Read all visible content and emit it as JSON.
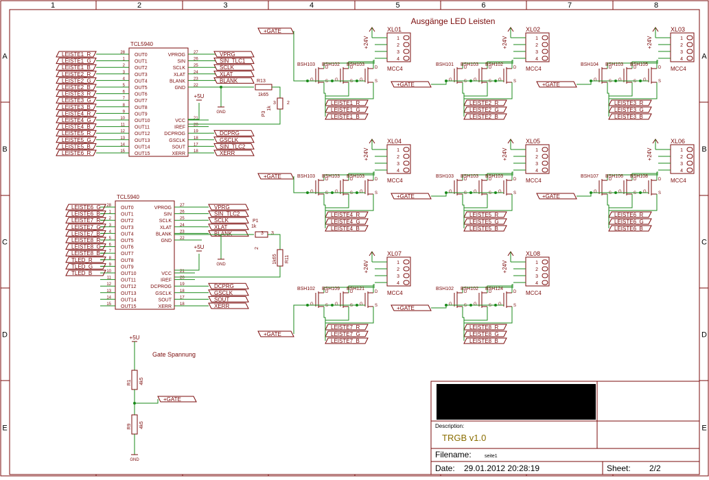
{
  "sheet": {
    "columns": [
      "1",
      "2",
      "3",
      "4",
      "5",
      "6",
      "7",
      "8"
    ],
    "rows": [
      "A",
      "B",
      "C",
      "D",
      "E"
    ],
    "title": "Ausgänge LED Leisten"
  },
  "ic1": {
    "name": "TCL5940",
    "left_labels": [
      "LEISTE1_R",
      "LEISTE1_G",
      "LEISTE1_B",
      "LEISTE2_R",
      "LEISTE2_G",
      "LEISTE2_B",
      "LEISTE3_R",
      "LEISTE3_G",
      "LEISTE3_B",
      "LEISTE4_R",
      "LEISTE4_G",
      "LEISTE4_B",
      "LEISTE5_R",
      "LEISTE5_G",
      "LEISTE5_B",
      "LEISTE6_R"
    ],
    "left_pins": [
      "28",
      "1",
      "2",
      "3",
      "4",
      "5",
      "6",
      "7",
      "8",
      "9",
      "10",
      "11",
      "12",
      "13",
      "14",
      "15"
    ],
    "outs": [
      "OUT0",
      "OUT1",
      "OUT2",
      "OUT3",
      "OUT4",
      "OUT5",
      "OUT6",
      "OUT7",
      "OUT8",
      "OUT9",
      "OUT10",
      "OUT11",
      "OUT12",
      "OUT13",
      "OUT14",
      "OUT15"
    ],
    "right_pins_top": [
      {
        "pin": "27",
        "name": "VPROG",
        "net": "VPRG"
      },
      {
        "pin": "26",
        "name": "SIN",
        "net": "SIN_TLC1"
      },
      {
        "pin": "25",
        "name": "SCLK",
        "net": "SCLK"
      },
      {
        "pin": "24",
        "name": "XLAT",
        "net": "XLAT"
      },
      {
        "pin": "23",
        "name": "BLANK",
        "net": "BLANK"
      },
      {
        "pin": "22",
        "name": "GND",
        "net": ""
      }
    ],
    "right_pins_bottom": [
      {
        "pin": "21",
        "name": "VCC",
        "net": ""
      },
      {
        "pin": "20",
        "name": "IREF",
        "net": ""
      },
      {
        "pin": "19",
        "name": "DCPROG",
        "net": "DCPRG"
      },
      {
        "pin": "18",
        "name": "GSCLK",
        "net": "GSCLK"
      },
      {
        "pin": "17",
        "name": "SOUT",
        "net": "SIN_TLC2"
      },
      {
        "pin": "18",
        "name": "XERR",
        "net": "XERR"
      }
    ]
  },
  "ic2": {
    "name": "TCL5940",
    "left_labels": [
      "LEISTE6_G",
      "LEISTE6_B",
      "LEISTE7_R",
      "LEISTE7_G",
      "LEISTE7_B",
      "LEISTE8_R",
      "LEISTE8_G",
      "LEISTE8_B",
      "TLED_R",
      "TLED_G",
      "TLED_B"
    ],
    "left_pins": [
      "28",
      "1",
      "2",
      "3",
      "4",
      "5",
      "6",
      "7",
      "8",
      "9",
      "10",
      "11",
      "12",
      "13",
      "14",
      "15"
    ],
    "outs": [
      "OUT0",
      "OUT1",
      "OUT2",
      "OUT3",
      "OUT4",
      "OUT5",
      "OUT6",
      "OUT7",
      "OUT8",
      "OUT9",
      "OUT10",
      "OUT11",
      "OUT12",
      "OUT13",
      "OUT14",
      "OUT15"
    ],
    "right_pins_top": [
      {
        "pin": "27",
        "name": "VPROG",
        "net": "VPRG"
      },
      {
        "pin": "26",
        "name": "SIN",
        "net": "SIN_TLC2"
      },
      {
        "pin": "25",
        "name": "SCLK",
        "net": "SCLK"
      },
      {
        "pin": "24",
        "name": "XLAT",
        "net": "XLAT"
      },
      {
        "pin": "23",
        "name": "BLANK",
        "net": "BLANK"
      },
      {
        "pin": "22",
        "name": "GND",
        "net": ""
      }
    ],
    "right_pins_bottom": [
      {
        "pin": "21",
        "name": "VCC",
        "net": ""
      },
      {
        "pin": "20",
        "name": "IREF",
        "net": ""
      },
      {
        "pin": "19",
        "name": "DCPROG",
        "net": "DCPRG"
      },
      {
        "pin": "18",
        "name": "GSCLK",
        "net": "GSCLK"
      },
      {
        "pin": "17",
        "name": "SOUT",
        "net": "SOUT"
      },
      {
        "pin": "18",
        "name": "XERR",
        "net": "XERR"
      }
    ]
  },
  "parts": {
    "r13": "R13",
    "r13_val": "1k65",
    "p3": "P3",
    "p3_val": "1k",
    "r11": "R11",
    "r11_val": "1k65",
    "p1": "P1",
    "p1_val": "1k",
    "p_pin2": "2",
    "p_pin1": "1",
    "p_pin3": "3",
    "gnd": "GND",
    "v5": "+5U",
    "r1": "R1",
    "r1_val": "4k5",
    "r9": "R9",
    "r9_val": "4k5"
  },
  "gate_section": {
    "title": "Gate Spannung",
    "net": "+GATE"
  },
  "strips": [
    {
      "conn": "XL01",
      "leiste": "LEISTE1",
      "fets": [
        "BSH103",
        "BSH102",
        "BSH103"
      ]
    },
    {
      "conn": "XL02",
      "leiste": "LEISTE2",
      "fets": [
        "BSH101",
        "BSH103",
        "BSH102"
      ]
    },
    {
      "conn": "XL03",
      "leiste": "LEISTE3",
      "fets": [
        "BSH104",
        "BSH103",
        "BSH105"
      ]
    },
    {
      "conn": "XL04",
      "leiste": "LEISTE4",
      "fets": [
        "BSH103",
        "BSH103",
        "BSH103"
      ]
    },
    {
      "conn": "XL05",
      "leiste": "LEISTE5",
      "fets": [
        "BSH103",
        "BSH103",
        "BSH103"
      ]
    },
    {
      "conn": "XL06",
      "leiste": "LEISTE6",
      "fets": [
        "BSH107",
        "BSH106",
        "BSH108"
      ]
    },
    {
      "conn": "XL07",
      "leiste": "LEISTE7",
      "fets": [
        "BSH102",
        "BSH109",
        "BSH121"
      ]
    },
    {
      "conn": "XL08",
      "leiste": "LEISTE8",
      "fets": [
        "BSH102",
        "BSH102",
        "BSH124"
      ]
    }
  ],
  "strip_common": {
    "v24": "+24V",
    "mcc": "MCC4",
    "pins": [
      "1",
      "2",
      "3",
      "4"
    ],
    "gate_net": "+GATE",
    "suffix": [
      "_R",
      "_G",
      "_B"
    ],
    "g": "G",
    "s": "S",
    "d": "D"
  },
  "title_block": {
    "description_label": "Description:",
    "description": "TRGB v1.0",
    "filename_label": "Filename:",
    "filename": "seite1",
    "date_label": "Date:",
    "date": "29.01.2012 20:28:19",
    "sheet_label": "Sheet:",
    "sheet": "2/2"
  },
  "colors": {
    "frame": "#7a0a0a",
    "wire": "#1a8a1a",
    "text": "#7a0a0a",
    "black": "#000000"
  }
}
